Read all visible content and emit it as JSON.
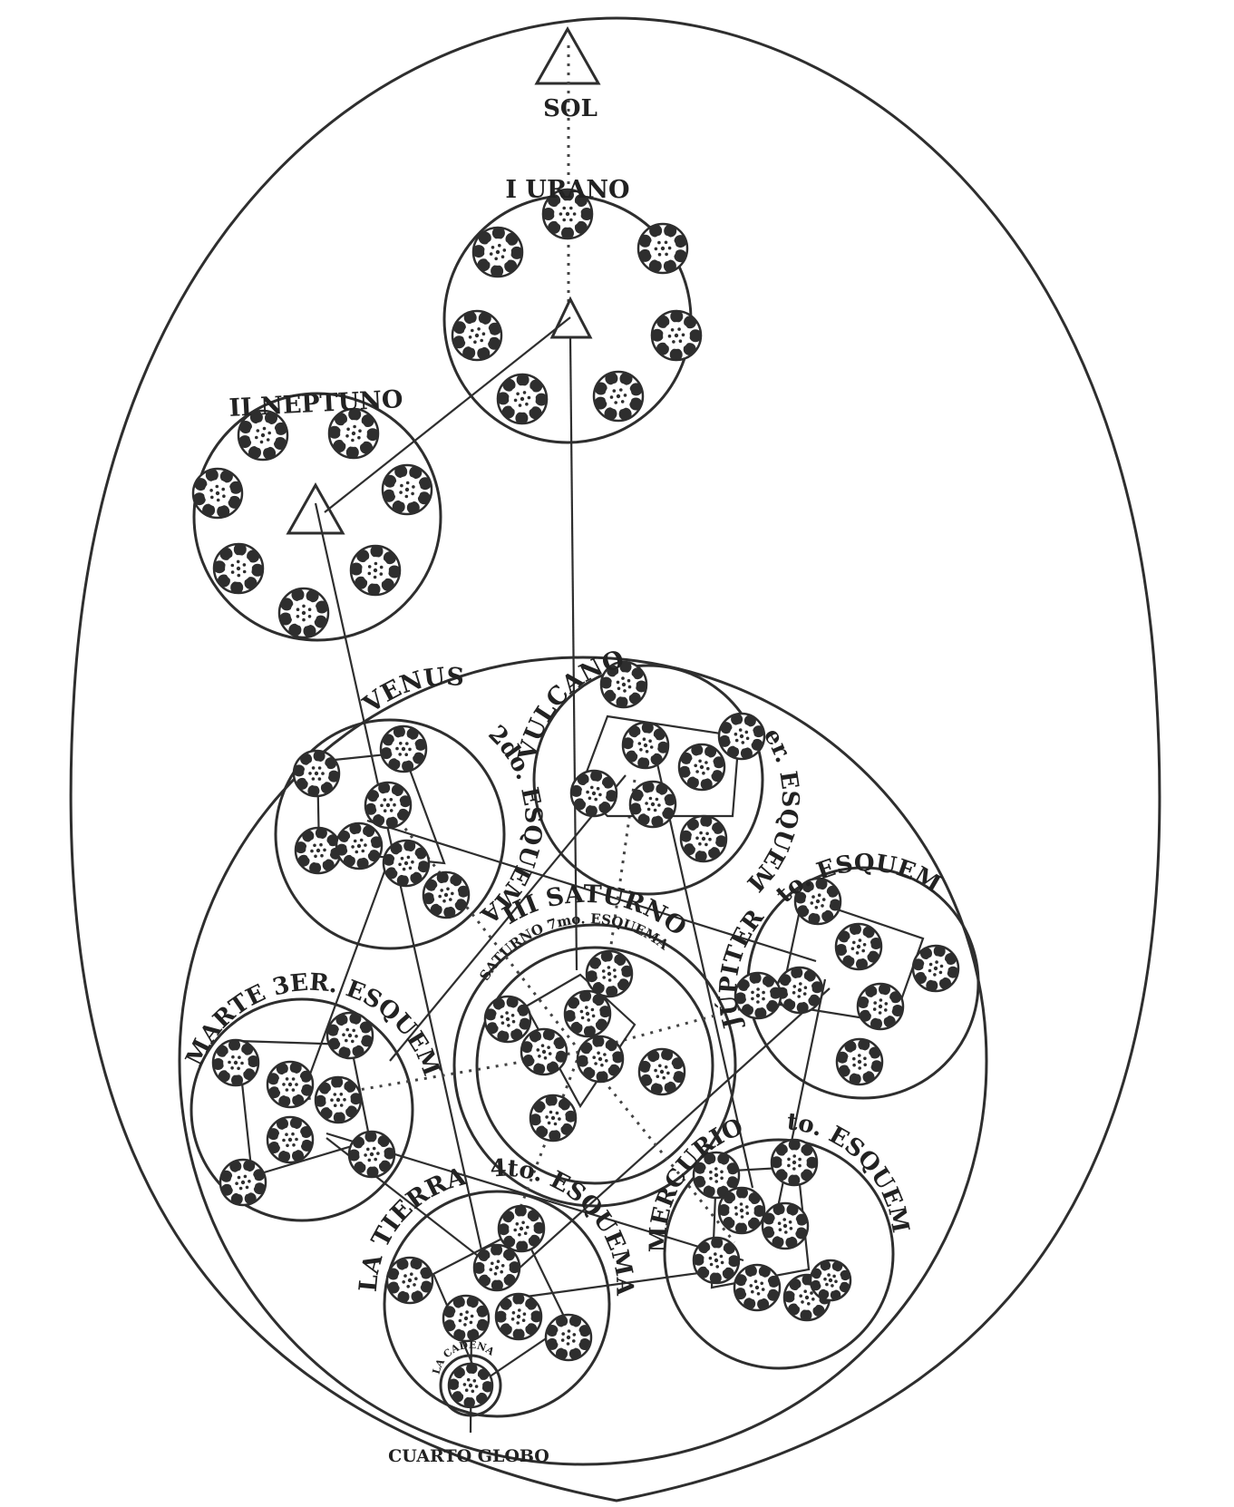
{
  "labels": {
    "sol": "SOL",
    "urano": "I URANO",
    "neptuno": "II NEPTUNO",
    "saturno": "III SATURNO",
    "saturno_inner": "SATURNO 7mo. ESQUEMA",
    "vulcano": "VULCANO",
    "vulcano_scheme": "1er. ESQUEMA",
    "venus": "VENUS",
    "venus_scheme": "2do. ESQUEMA",
    "marte": "MARTE 3ER. ESQUEMA",
    "tierra": "LA TIERRA",
    "tierra_scheme": "4to. ESQUEMA",
    "mercurio": "MERCURIO",
    "mercurio_scheme": "5to. ESQUEMA",
    "jupiter": "JÚPITER",
    "jupiter_scheme": "6to. ESQUEMA",
    "cadena": "LA CADENA",
    "cuarto_globo": "CUARTO GLOBO"
  },
  "colors": {
    "ink": "#2e2e2e",
    "background": "#ffffff"
  },
  "icons": [
    "sun-triangle-icon",
    "logos-triangle-icon",
    "globe-rosette-icon"
  ]
}
